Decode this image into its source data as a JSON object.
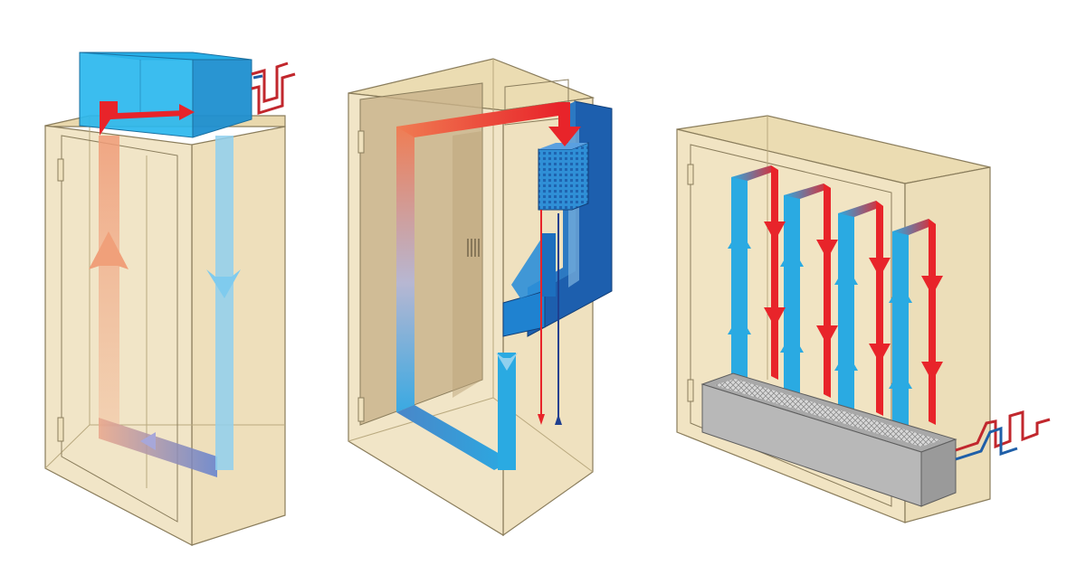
{
  "figure": {
    "panels": [
      {
        "id": "cabinet-top-mounted-cooler",
        "components": [
          "cabinet",
          "top-cooling-unit",
          "door",
          "hinge",
          "pipe-connection"
        ],
        "airflow": [
          "warm-air-up",
          "air-over-top-into-cooler",
          "cool-air-down",
          "return-along-bottom"
        ]
      },
      {
        "id": "cabinet-side-heat-exchanger",
        "components": [
          "cabinet",
          "side-heat-exchanger",
          "finned-coil",
          "door",
          "door-handle",
          "hinge",
          "fluid-lines"
        ],
        "airflow": [
          "warm-air-up",
          "air-into-exchanger",
          "cool-air-down",
          "return-along-bottom"
        ]
      },
      {
        "id": "cabinet-floor-cooling-tray",
        "components": [
          "cabinet",
          "floor-cooling-tray",
          "filter-grid",
          "hinge",
          "pipe-connection"
        ],
        "airflow": [
          "cool-air-up-loops",
          "warm-air-down-loops"
        ]
      }
    ],
    "colors": {
      "cabinet_fill": "#efe1bd",
      "cabinet_side": "#e6d5ab",
      "cabinet_stroke": "#8a7d5c",
      "hot": "#e8242a",
      "hot_soft": "#f09b77",
      "cold": "#2aaae2",
      "cold_soft": "#8fd0ee",
      "unit_blue": "#29b6ea",
      "unit_dark": "#1768b4",
      "tray_gray": "#b8b8b8",
      "pipe_red": "#c1272d",
      "pipe_blue": "#1f5fa8"
    }
  }
}
